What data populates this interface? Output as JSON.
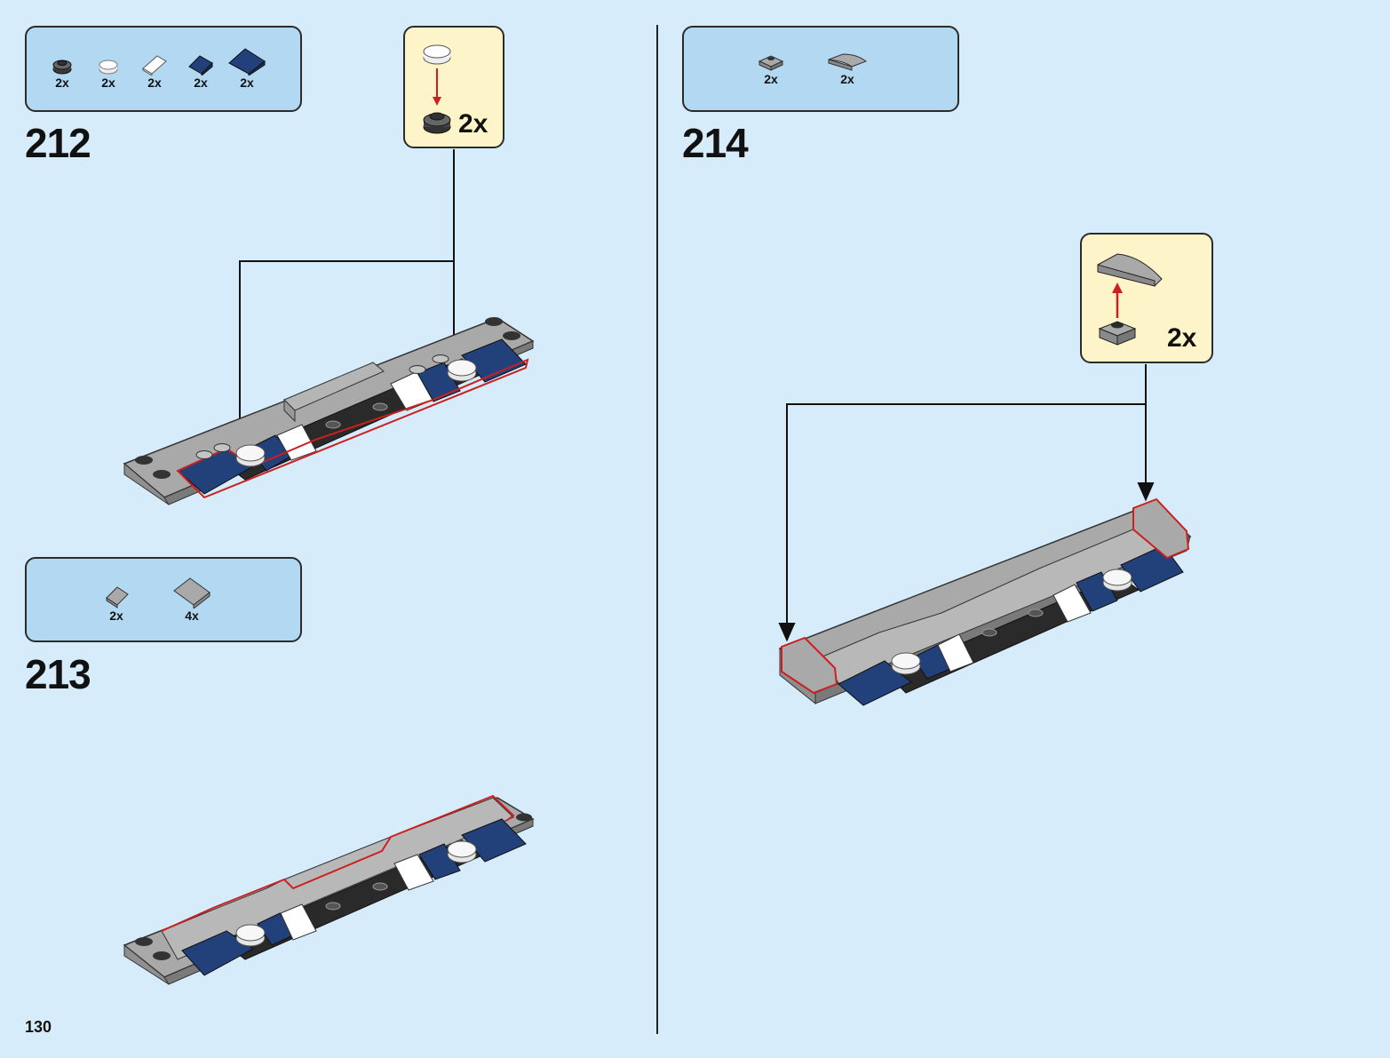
{
  "page_number": "130",
  "steps": [
    {
      "number": "212",
      "parts": [
        {
          "qty": "2x",
          "icon": "dark-round-plate-icon"
        },
        {
          "qty": "2x",
          "icon": "transparent-round-plate-icon"
        },
        {
          "qty": "2x",
          "icon": "white-slope-icon"
        },
        {
          "qty": "2x",
          "icon": "blue-slope-icon"
        },
        {
          "qty": "2x",
          "icon": "blue-large-slope-icon"
        }
      ],
      "callout": {
        "qty": "2x"
      }
    },
    {
      "number": "213",
      "parts": [
        {
          "qty": "2x",
          "icon": "grey-slope-icon"
        },
        {
          "qty": "4x",
          "icon": "grey-large-slope-icon"
        }
      ]
    },
    {
      "number": "214",
      "parts": [
        {
          "qty": "2x",
          "icon": "grey-jumper-plate-icon"
        },
        {
          "qty": "2x",
          "icon": "grey-curved-slope-icon"
        }
      ],
      "callout": {
        "qty": "2x"
      }
    }
  ],
  "colors": {
    "background": "#d6ecfa",
    "parts_box": "#b3d8f2",
    "callout": "#fdf5c9",
    "highlight": "#cc1f1f",
    "blue_brick": "#22407a",
    "grey_brick": "#a9a9a9",
    "black_brick": "#2a2a2a"
  }
}
